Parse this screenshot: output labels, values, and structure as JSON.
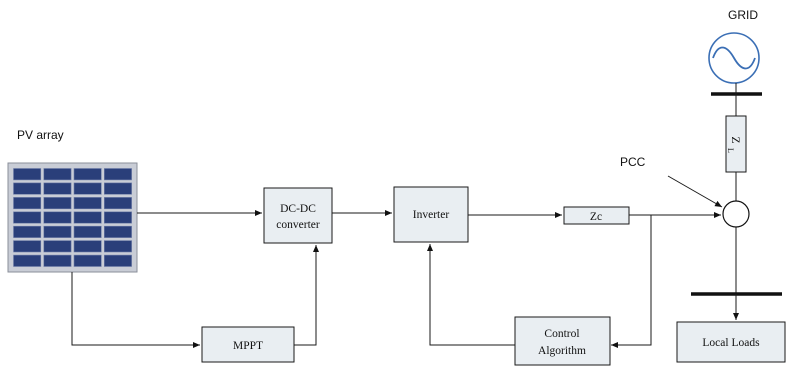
{
  "labels": {
    "grid": "GRID",
    "pv_array": "PV array",
    "pcc": "PCC",
    "zl_main": "Z",
    "zl_sub": "L"
  },
  "blocks": {
    "dcdc_line1": "DC-DC",
    "dcdc_line2": "converter",
    "inverter": "Inverter",
    "zc": "Zc",
    "mppt": "MPPT",
    "control_line1": "Control",
    "control_line2": "Algorithm",
    "local_loads": "Local Loads"
  },
  "colors": {
    "block_fill": "#e9eef2",
    "grid_source": "#3b6fb5",
    "pv_cell": "#2a3f7a"
  }
}
